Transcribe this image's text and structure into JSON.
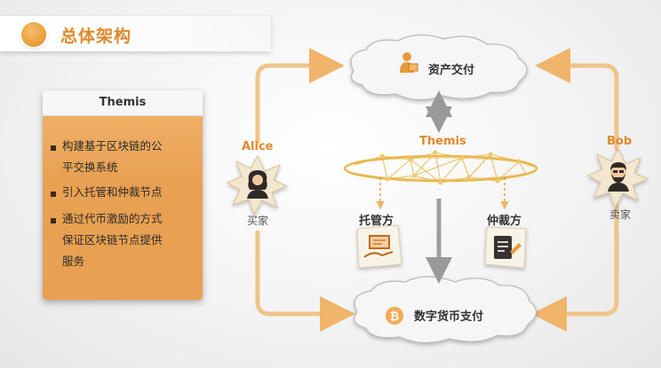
{
  "title": "总体架构",
  "panel": {
    "heading": "Themis",
    "bullets": [
      {
        "lines": [
          "构建基于区块链的公",
          "平交换系统"
        ]
      },
      {
        "lines": [
          "引入托管和仲裁节点"
        ]
      },
      {
        "lines": [
          "通过代币激励的方式",
          "保证区块链节点提供",
          "服务"
        ]
      }
    ]
  },
  "diagram": {
    "asset_delivery": "资产交付",
    "digital_payment": "数字货币支付",
    "network_label": "Themis",
    "custodian": "托管方",
    "arbitrator": "仲裁方",
    "buyer": {
      "name": "Alice",
      "role": "买家"
    },
    "seller": {
      "name": "Bob",
      "role": "卖家"
    }
  },
  "colors": {
    "accent": "#e0892c",
    "panel": "#e8a052",
    "gold": "#e8b84a"
  }
}
